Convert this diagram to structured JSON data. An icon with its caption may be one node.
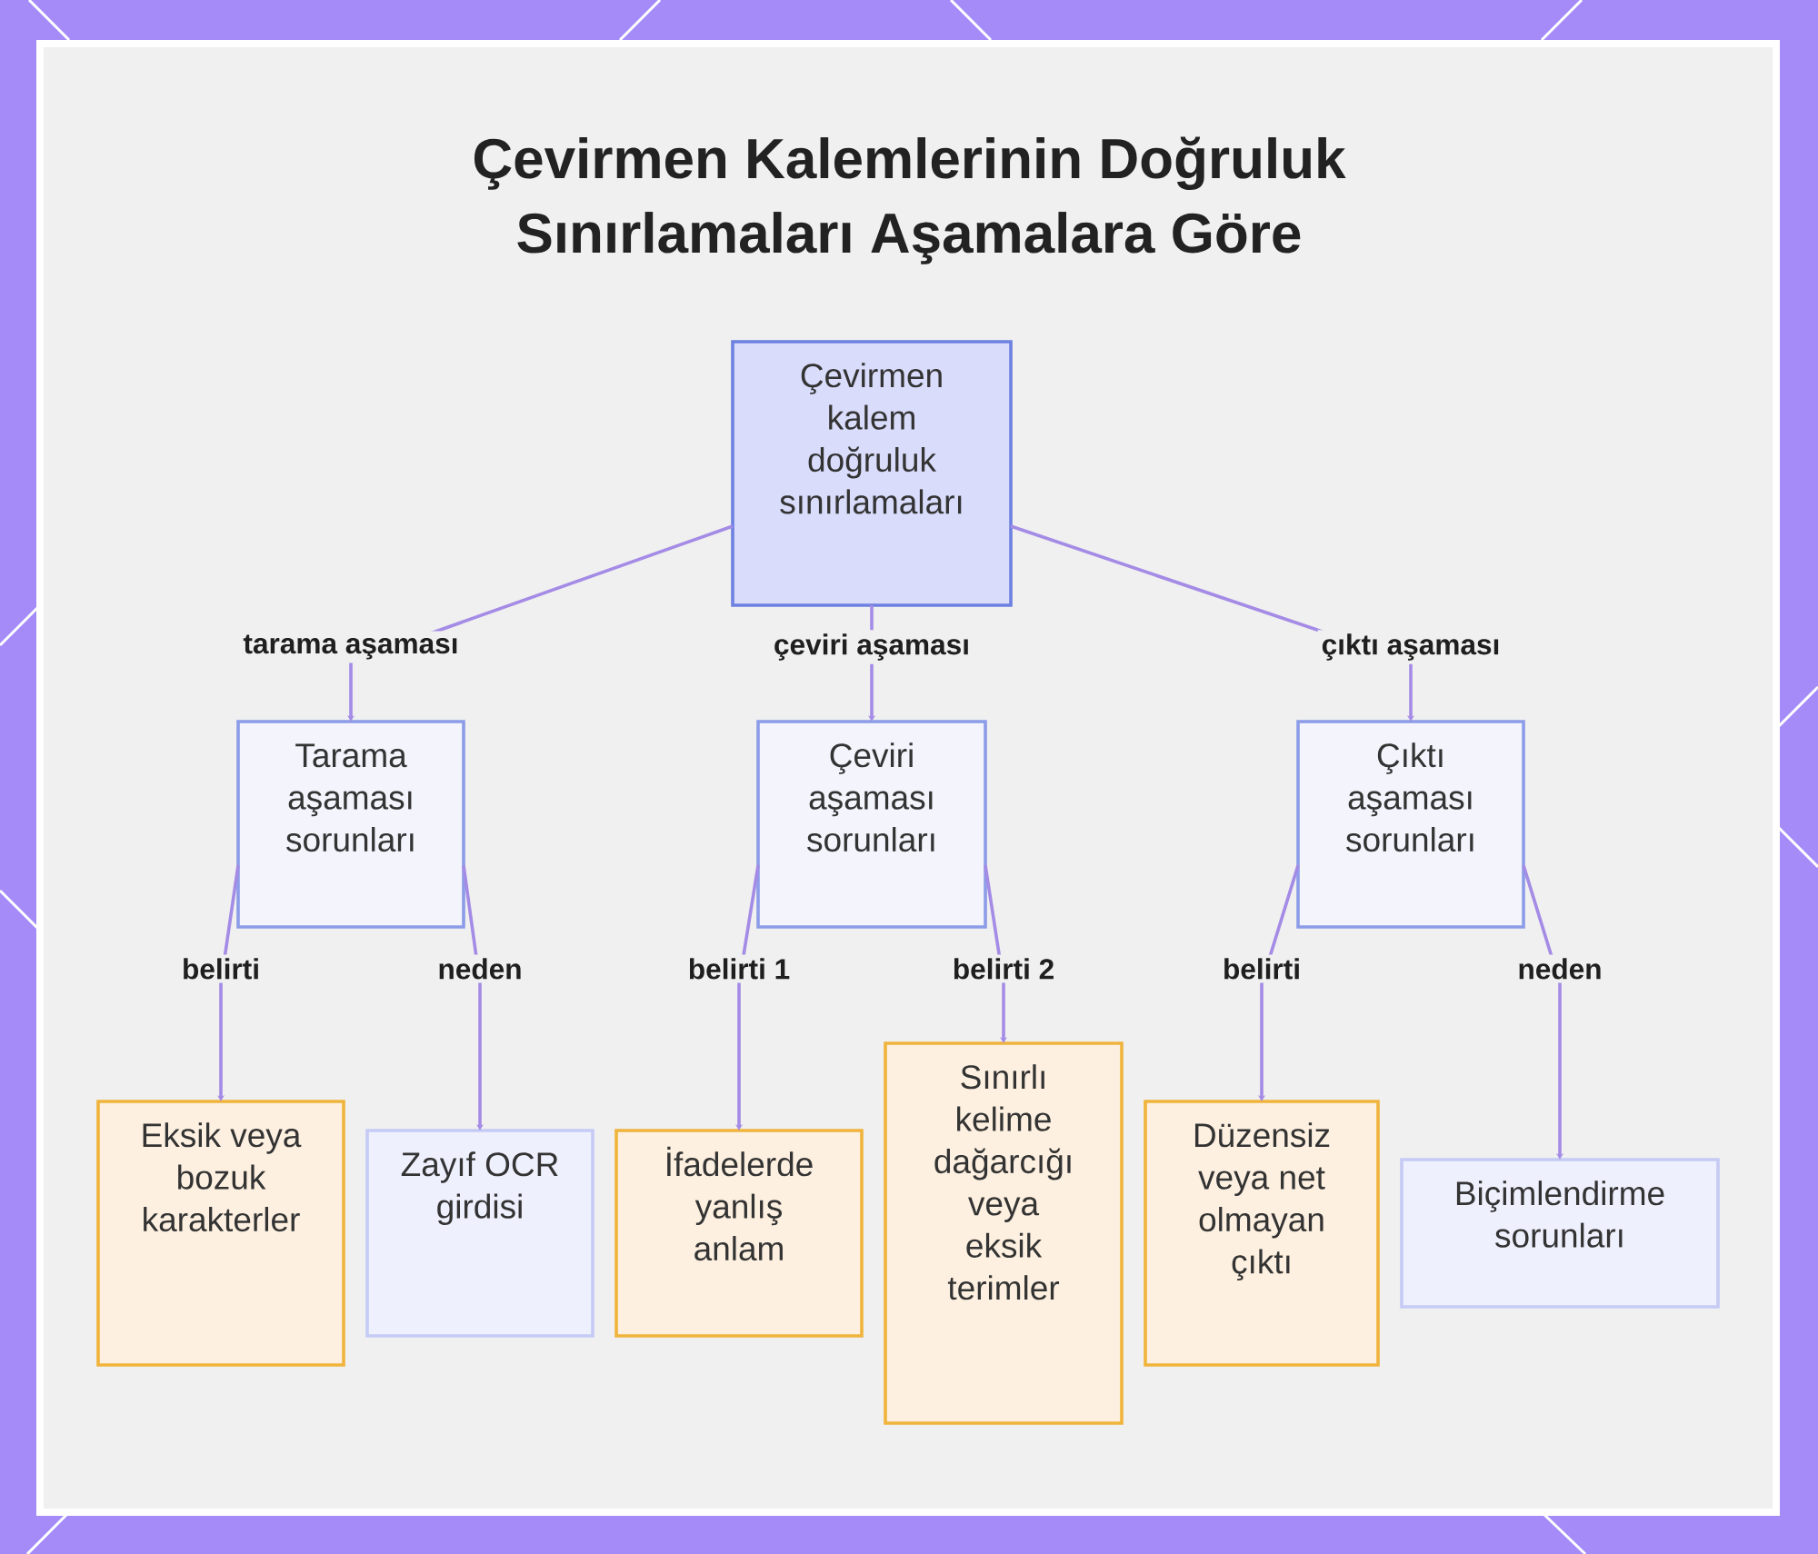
{
  "diagram": {
    "title": "Çevirmen Kalemlerinin Doğruluk Sınırlamaları Aşamalara Göre",
    "nodes": [
      {
        "text": [
          "Çevirmen kalem doğruluk sınırlamaları"
        ]
      },
      {
        "text": [
          "Tarama aşaması sorunları"
        ]
      },
      {
        "text": [
          "Çeviri aşaması sorunları"
        ]
      },
      {
        "text": [
          "Çıktı aşaması sorunları"
        ]
      },
      {
        "text": [
          "Eksik veya bozuk karakterler"
        ]
      },
      {
        "text": [
          "Zayıf OCR girdisi"
        ]
      },
      {
        "text": [
          "İfadelerde yanlış anlam"
        ]
      },
      {
        "text": [
          "Sınırlı kelime dağarcığı veya eksik terimler"
        ]
      },
      {
        "text": [
          "Düzensiz veya net olmayan çıktı"
        ]
      },
      {
        "text": [
          "Biçimlendirme sorunları"
        ]
      }
    ],
    "edges": [
      {
        "from": 0,
        "to": 1,
        "arrow": "to",
        "label": "tarama aşaması"
      },
      {
        "from": 0,
        "to": 2,
        "arrow": "to",
        "label": "çeviri aşaması"
      },
      {
        "from": 0,
        "to": 3,
        "arrow": "to",
        "label": "çıktı aşaması"
      },
      {
        "from": 1,
        "to": 4,
        "arrow": "to",
        "label": "belirti"
      },
      {
        "from": 1,
        "to": 5,
        "arrow": "to",
        "label": "neden"
      },
      {
        "from": 2,
        "to": 6,
        "arrow": "to",
        "label": "belirti 1"
      },
      {
        "from": 2,
        "to": 7,
        "arrow": "to",
        "label": "belirti 2"
      },
      {
        "from": 3,
        "to": 8,
        "arrow": "to",
        "label": "belirti"
      },
      {
        "from": 3,
        "to": 9,
        "arrow": "to",
        "label": "neden"
      }
    ]
  }
}
